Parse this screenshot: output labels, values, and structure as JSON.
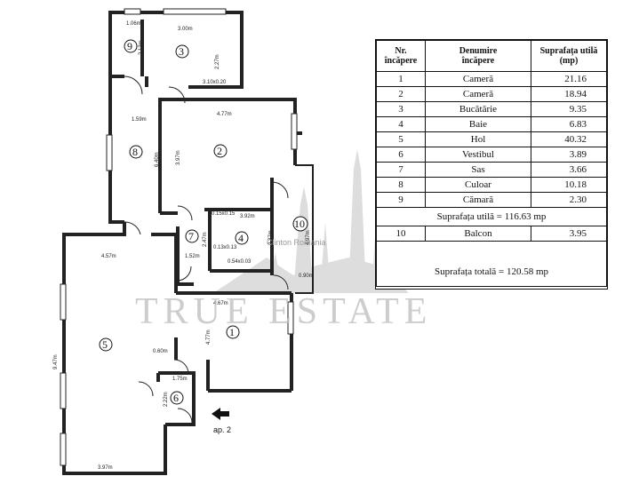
{
  "table": {
    "headers": {
      "nr": [
        "Nr.",
        "încăpere"
      ],
      "name": [
        "Denumire",
        "încăpere"
      ],
      "area": [
        "Suprafața utilă",
        "(mp)"
      ]
    },
    "rows": [
      {
        "nr": "1",
        "name": "Cameră",
        "area": "21.16"
      },
      {
        "nr": "2",
        "name": "Cameră",
        "area": "18.94"
      },
      {
        "nr": "3",
        "name": "Bucătărie",
        "area": "9.35"
      },
      {
        "nr": "4",
        "name": "Baie",
        "area": "6.83"
      },
      {
        "nr": "5",
        "name": "Hol",
        "area": "40.32"
      },
      {
        "nr": "6",
        "name": "Vestibul",
        "area": "3.89"
      },
      {
        "nr": "7",
        "name": "Sas",
        "area": "3.66"
      },
      {
        "nr": "8",
        "name": "Culoar",
        "area": "10.18"
      },
      {
        "nr": "9",
        "name": "Cămară",
        "area": "2.30"
      }
    ],
    "useful_total": "Suprafața utilă = 116.63 mp",
    "balcony": {
      "nr": "10",
      "name": "Balcon",
      "area": "3.95"
    },
    "grand_total": "Suprafața totală = 120.58 mp"
  },
  "plan": {
    "rooms": [
      "1",
      "2",
      "3",
      "4",
      "5",
      "6",
      "7",
      "8",
      "9",
      "10"
    ],
    "dims": {
      "d9w": "1.06m",
      "d9h": "2.13m",
      "d3w": "3.00m",
      "d3h": "2.27m",
      "d3c": "3.10x0.20",
      "d8w": "1.59m",
      "d8h": "6.40m",
      "d2w": "4.77m",
      "d2h": "3.97m",
      "d4a": "3.92m",
      "d4b": "2.47m",
      "d4c": "2.37m",
      "d4t": "0.15x0.15",
      "d4m": "0.13x0.13",
      "d4l": "0.54x0.03",
      "d7w": "1.52m",
      "d7h": "2.47m",
      "d10h": "4.97m",
      "d10w": "0.90m",
      "d5w": "4.57m",
      "d5h": "9.47m",
      "d5b": "3.97m",
      "d5m": "0.60m",
      "d1w": "4.67m",
      "d1h": "4.77m",
      "d6w": "1.75m",
      "d6h": "2.22m"
    },
    "entrance_label": "ap. 2",
    "watermark": "TRUE ESTATE",
    "watermark_small": "Clinton Romania"
  },
  "colors": {
    "walls": "#222222",
    "watermark": "#bdbdbd"
  }
}
